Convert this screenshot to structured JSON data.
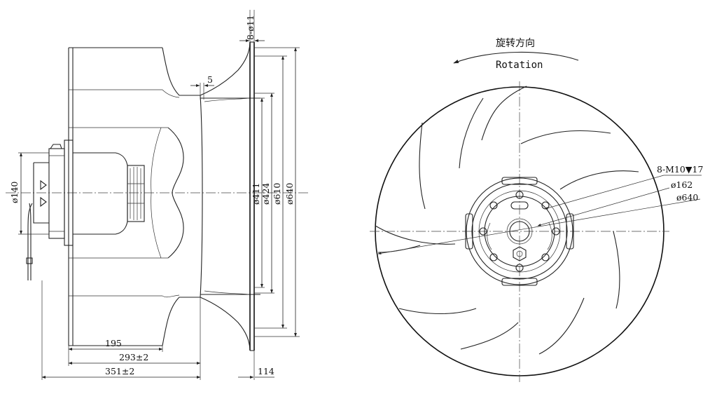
{
  "side_view": {
    "dims": {
      "d140": "ø140",
      "d411": "ø411",
      "d424": "ø424",
      "d610": "ø610",
      "d640": "ø640",
      "holes": "8-ø11",
      "gap": "5",
      "len195": "195",
      "len293": "293±2",
      "len351": "351±2",
      "len114": "114"
    }
  },
  "front_view": {
    "rotation_cn": "旋转方向",
    "rotation_en": "Rotation",
    "labels": {
      "thread": "8-M10▼17",
      "d162": "ø162",
      "d640": "ø640"
    }
  }
}
